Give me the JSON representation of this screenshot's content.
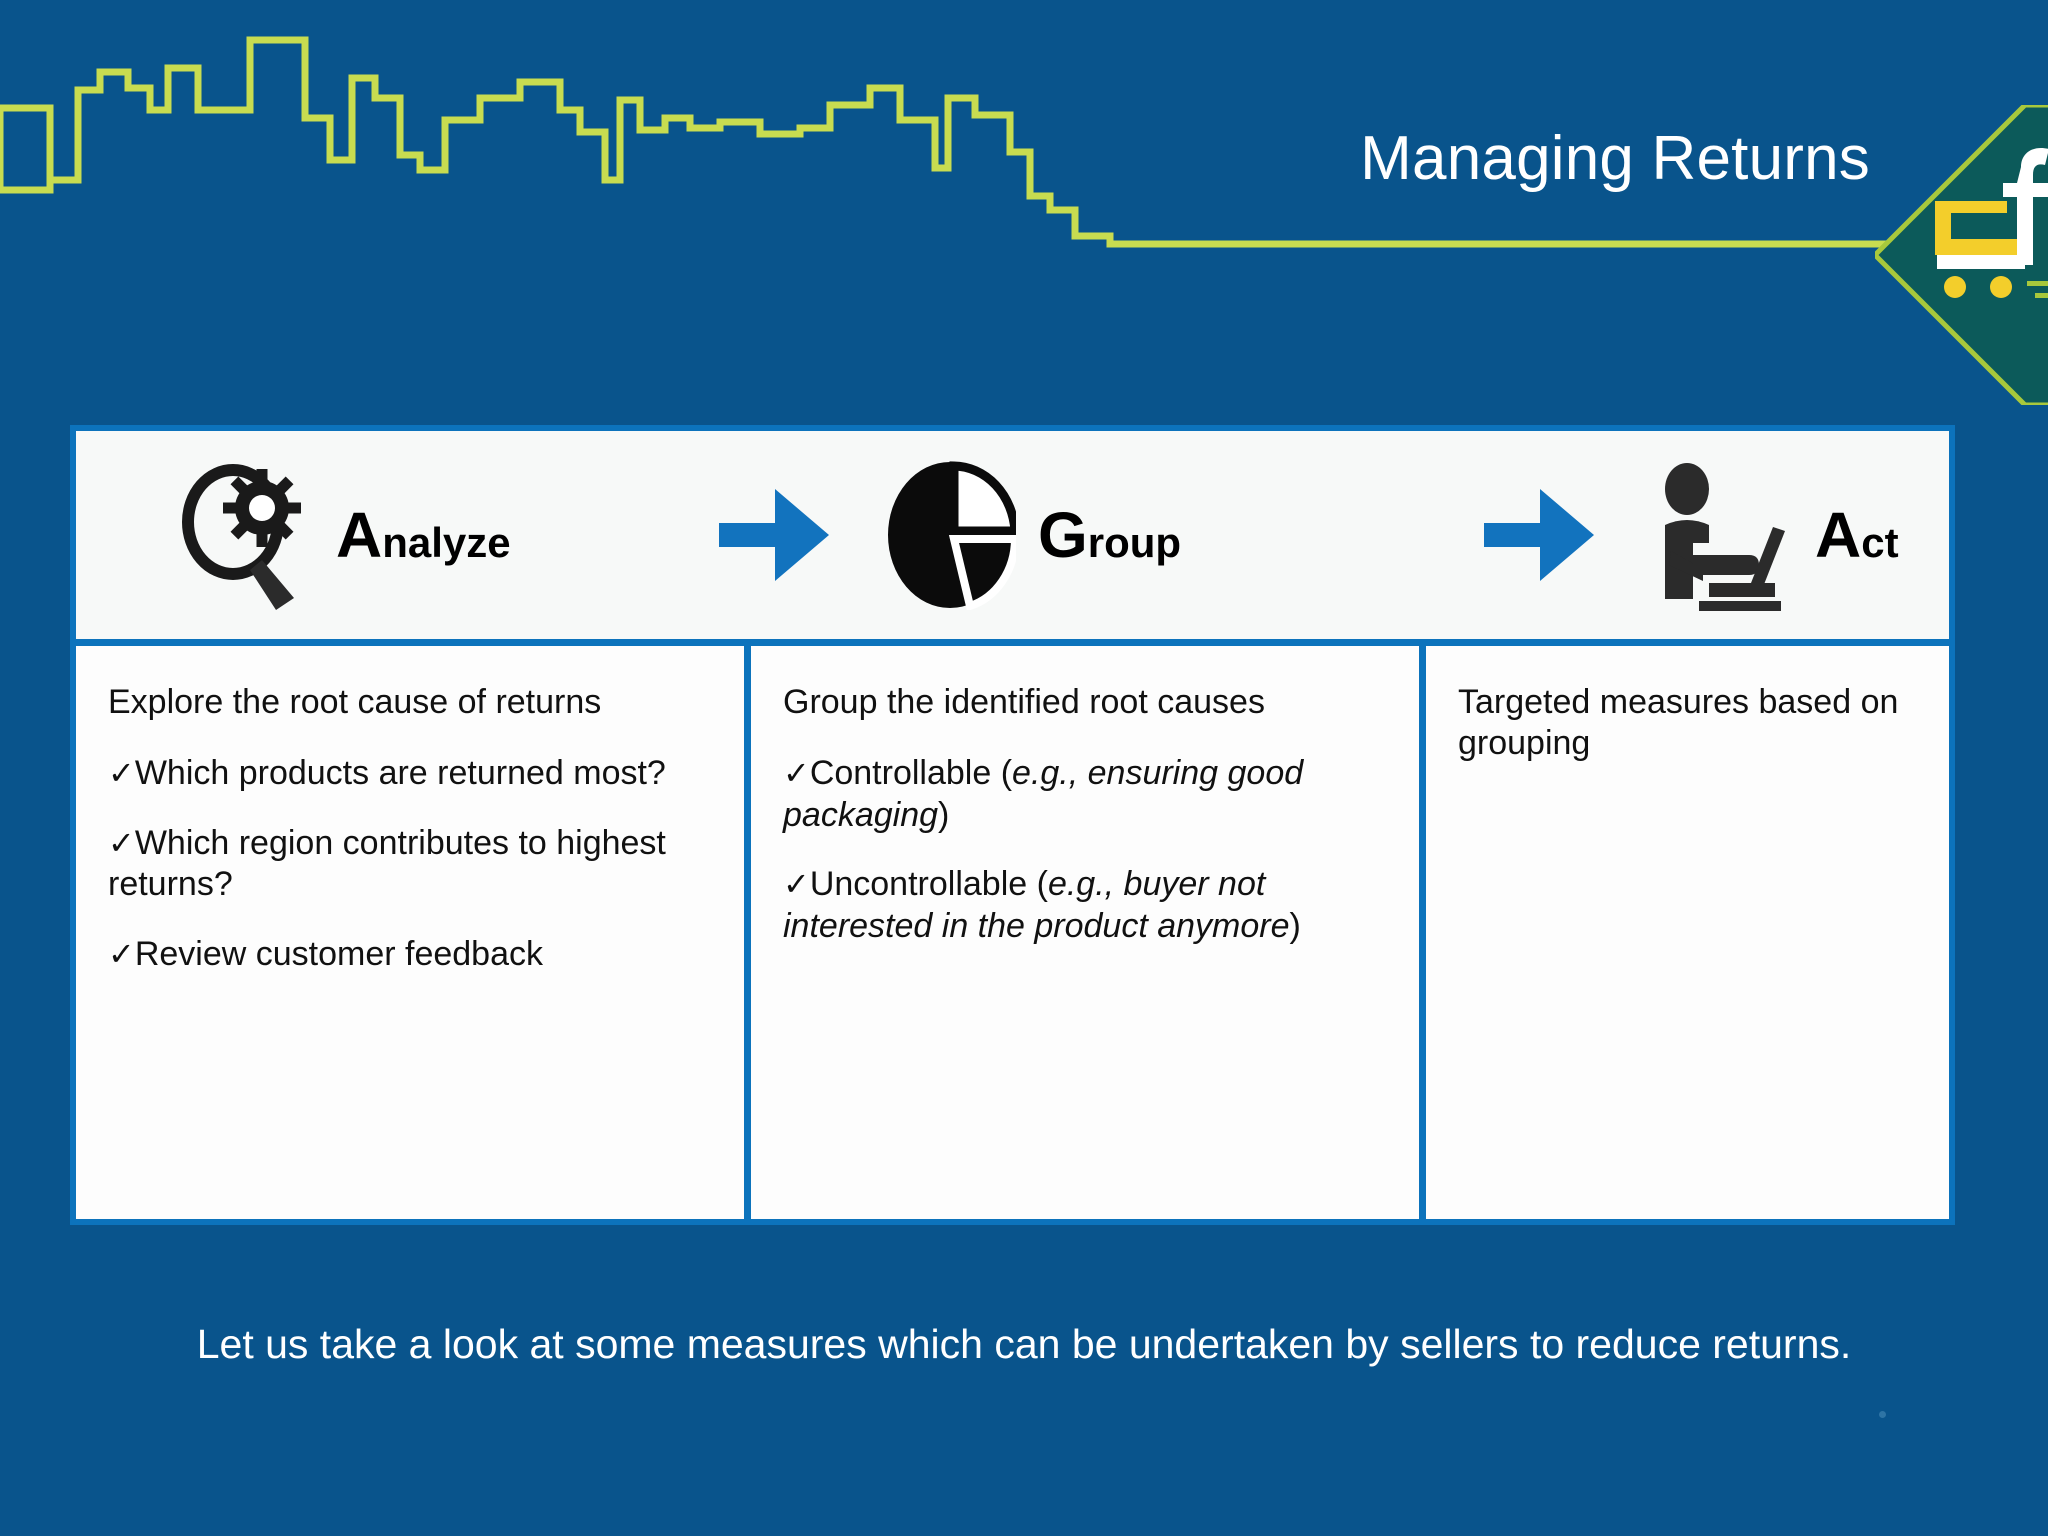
{
  "slide": {
    "title": "Managing Returns",
    "background_color": "#09548C",
    "accent_color": "#0C73BC",
    "skyline_color": "#C8DC50",
    "caption": "Let us take a look at some measures which can be undertaken by sellers to reduce returns."
  },
  "logo": {
    "name": "flipkart-cart-logo",
    "cart_color": "#F3CE2B",
    "f_color": "#FFFFFF",
    "diamond_fill": "#0C5A5A",
    "diamond_border": "#A8C83C"
  },
  "process": {
    "stages": [
      {
        "icon": "magnifier-gear-icon",
        "cap": "A",
        "rest": "nalyze",
        "label": "Analyze"
      },
      {
        "icon": "pie-chart-icon",
        "cap": "G",
        "rest": "roup",
        "label": "Group"
      },
      {
        "icon": "person-at-laptop-icon",
        "cap": "A",
        "rest": "ct",
        "label": "Act"
      }
    ],
    "arrows": [
      {
        "name": "arrow-right-icon-1",
        "color": "#1273BE"
      },
      {
        "name": "arrow-right-icon-2",
        "color": "#1273BE"
      }
    ],
    "columns": [
      {
        "lead": "Explore the root cause of returns",
        "bullets": [
          {
            "tick": "✓",
            "text": "Which products are returned most?"
          },
          {
            "tick": "✓",
            "text": "Which region contributes to highest returns?"
          },
          {
            "tick": "✓",
            "text": "Review customer feedback"
          }
        ]
      },
      {
        "lead": "Group the identified root causes",
        "bullets": [
          {
            "tick": "✓",
            "prefix": "Controllable (",
            "italic": "e.g., ensuring good packaging",
            "suffix": ")"
          },
          {
            "tick": "✓",
            "prefix": "Uncontrollable (",
            "italic": "e.g., buyer not interested in the product anymore",
            "suffix": ")"
          }
        ]
      },
      {
        "lead": "Targeted measures based on grouping",
        "bullets": []
      }
    ]
  }
}
